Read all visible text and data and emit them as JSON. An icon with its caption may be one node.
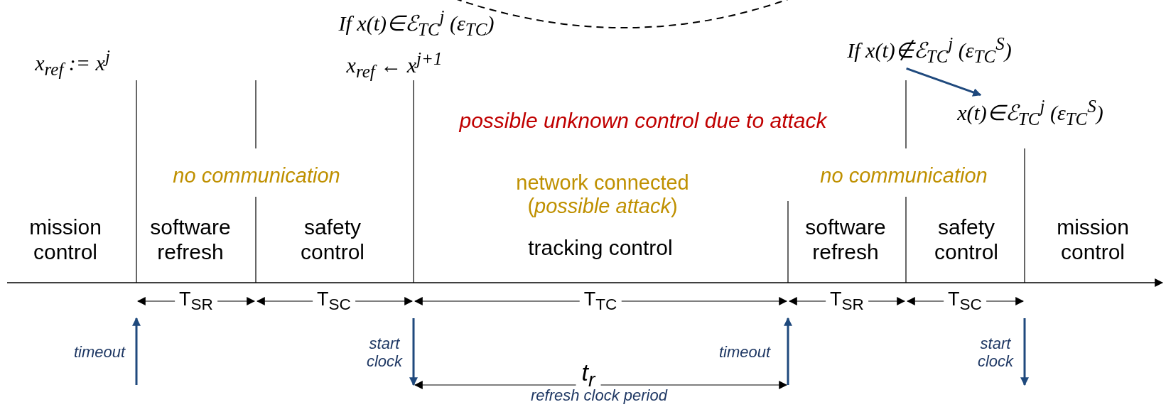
{
  "diagram": {
    "nodes": [
      {
        "text": [
          "If x(t)∉ℰ$_{TC}$$^{j}$ (ε$_{TC}$$^{S}$)"
        ]
      },
      {
        "text": [
          "x(t)∈ℰ$_{TC}$$^{j}$ (ε$_{TC}$$^{S}$)"
        ]
      }
    ],
    "edges": [
      {
        "from": 0,
        "to": 1,
        "arrow": "to",
        "color": "#1f497d"
      }
    ],
    "labels": [
      "x$_{ref}$ := x$^{j}$",
      "If x(t)∈ℰ$_{TC}$$^{j}$ (ε$_{TC}$)",
      "x$_{ref}$ ← x$^{j+1}$",
      "possible unknown control due to attack",
      "no communication",
      "network connected (*possible attack*)",
      "no communication",
      "mission control",
      "software refresh",
      "safety control",
      "tracking control",
      "software refresh",
      "safety control",
      "mission control",
      "T$_{SR}$",
      "T$_{SC}$",
      "T$_{TC}$",
      "T$_{SR}$",
      "T$_{SC}$",
      "timeout",
      "start clock",
      "t$_{r}$",
      "timeout",
      "start clock",
      "refresh clock period"
    ]
  }
}
